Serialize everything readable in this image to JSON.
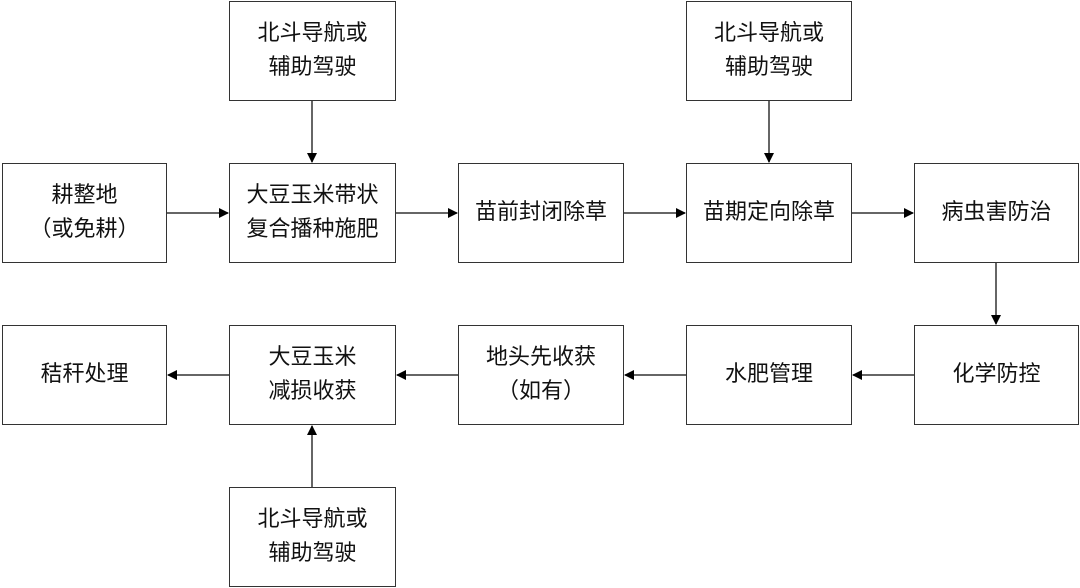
{
  "nodes": {
    "tillage": {
      "lines": [
        "耕整地",
        "（或免耕）"
      ]
    },
    "sowing": {
      "lines": [
        "大豆玉米带状",
        "复合播种施肥"
      ]
    },
    "pre_emergence_weeding": {
      "lines": [
        "苗前封闭除草"
      ]
    },
    "post_emergence_weeding": {
      "lines": [
        "苗期定向除草"
      ]
    },
    "pest_control": {
      "lines": [
        "病虫害防治"
      ]
    },
    "chemical_control": {
      "lines": [
        "化学防控"
      ]
    },
    "water_fertilizer": {
      "lines": [
        "水肥管理"
      ]
    },
    "headland_harvest": {
      "lines": [
        "地头先收获",
        "（如有）"
      ]
    },
    "harvest": {
      "lines": [
        "大豆玉米",
        "减损收获"
      ]
    },
    "straw": {
      "lines": [
        "秸秆处理"
      ]
    },
    "beidou_top_left": {
      "lines": [
        "北斗导航或",
        "辅助驾驶"
      ]
    },
    "beidou_top_right": {
      "lines": [
        "北斗导航或",
        "辅助驾驶"
      ]
    },
    "beidou_bottom": {
      "lines": [
        "北斗导航或",
        "辅助驾驶"
      ]
    }
  },
  "edges": [
    [
      "tillage",
      "sowing"
    ],
    [
      "beidou_top_left",
      "sowing"
    ],
    [
      "sowing",
      "pre_emergence_weeding"
    ],
    [
      "pre_emergence_weeding",
      "post_emergence_weeding"
    ],
    [
      "beidou_top_right",
      "post_emergence_weeding"
    ],
    [
      "post_emergence_weeding",
      "pest_control"
    ],
    [
      "pest_control",
      "chemical_control"
    ],
    [
      "chemical_control",
      "water_fertilizer"
    ],
    [
      "water_fertilizer",
      "headland_harvest"
    ],
    [
      "headland_harvest",
      "harvest"
    ],
    [
      "beidou_bottom",
      "harvest"
    ],
    [
      "harvest",
      "straw"
    ]
  ],
  "colors": {
    "border": "#333333",
    "text": "#111111",
    "arrow": "#000000",
    "background": "#ffffff"
  }
}
